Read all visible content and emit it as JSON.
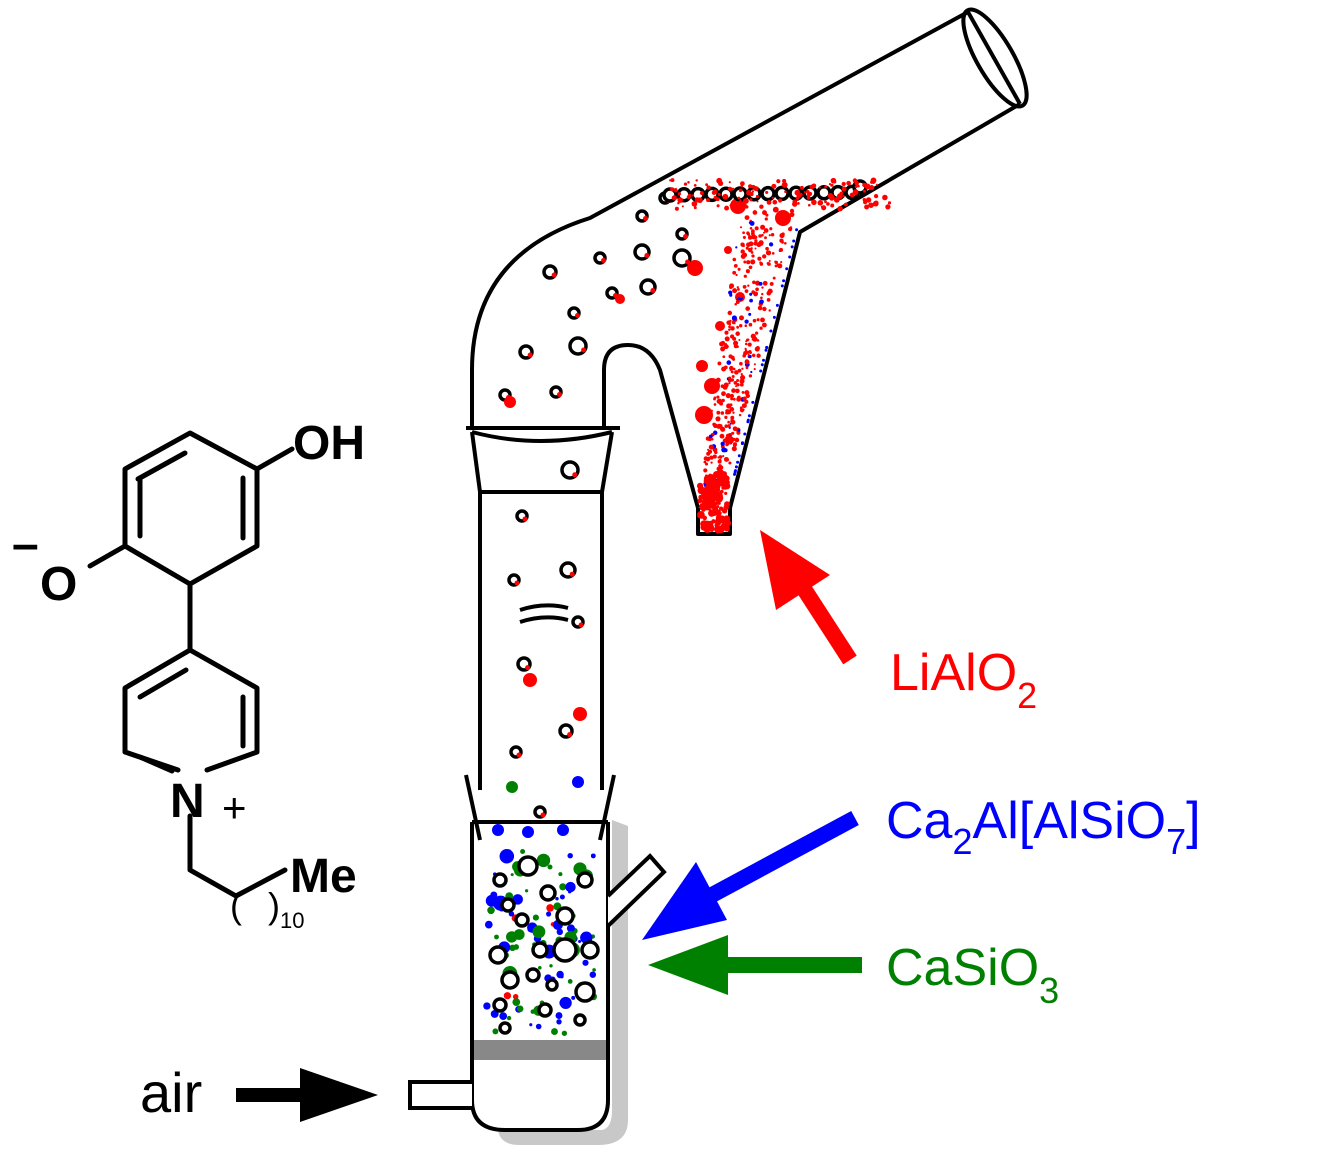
{
  "labels": {
    "air": "air",
    "liaio2": {
      "main": "LiAlO",
      "sub": "2"
    },
    "gehlenite": {
      "ca": "Ca",
      "sub1": "2",
      "mid": "Al[AlSiO",
      "sub2": "7",
      "end": "]"
    },
    "casio3": {
      "main": "CaSiO",
      "sub": "3"
    }
  },
  "molecule": {
    "oh": "OH",
    "o_minus": "O",
    "minus_sign": "–",
    "n_plus": "N",
    "plus_sign": "+",
    "me": "Me",
    "paren_subscript": "10",
    "paren_open": "(",
    "paren_close": ")"
  },
  "colors": {
    "liaio2": "#ff0000",
    "gehlenite": "#0000ff",
    "casio3": "#008000",
    "outline": "#000000",
    "shadow": "#c8c8c8",
    "frit": "#888888"
  }
}
